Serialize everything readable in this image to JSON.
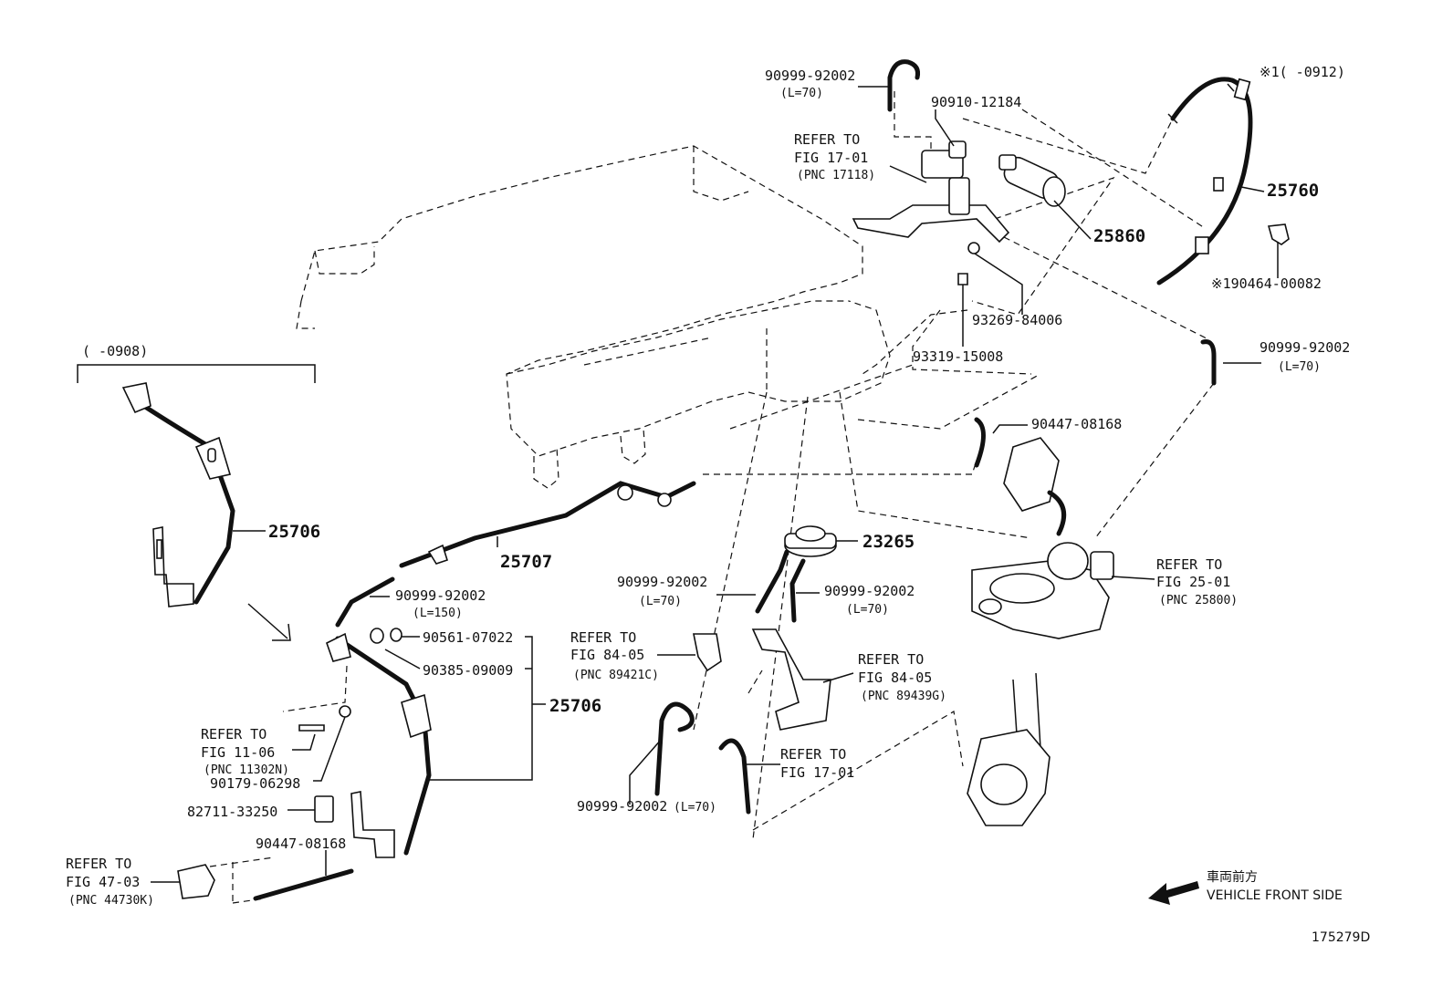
{
  "diagram_id": "175279D",
  "orientation": {
    "jp": "車両前方",
    "en": "VEHICLE FRONT SIDE"
  },
  "scope_notes": {
    "left_range": "(    -0908)",
    "top_right_range": "※1(    -0912)"
  },
  "labels": {
    "p90999_top": "90999-92002",
    "p90999_top_len": "(L=70)",
    "p90910": "90910-12184",
    "refer_17_01_a": [
      "REFER TO",
      "FIG 17-01",
      "(PNC 17118)"
    ],
    "p25760": "25760",
    "p25860": "25860",
    "p90464": "※190464-00082",
    "p93269": "93269-84006",
    "p93319": "93319-15008",
    "p90999_right": "90999-92002",
    "p90999_right_len": "(L=70)",
    "p90447_top": "90447-08168",
    "refer_25_01": [
      "REFER TO",
      "FIG 25-01",
      "(PNC 25800)"
    ],
    "p25706_left": "25706",
    "p25707": "25707",
    "p23265": "23265",
    "p90999_midl": "90999-92002",
    "p90999_midl_len": "(L=70)",
    "p90999_midr": "90999-92002",
    "p90999_midr_len": "(L=70)",
    "refer_84_05_a": [
      "REFER TO",
      "FIG 84-05",
      "(PNC 89421C)"
    ],
    "refer_84_05_b": [
      "REFER TO",
      "FIG 84-05",
      "(PNC 89439G)"
    ],
    "p90999_150": "90999-92002",
    "p90999_150_len": "(L=150)",
    "p90561": "90561-07022",
    "p90385": "90385-09009",
    "p25706_right": "25706",
    "refer_11_06": [
      "REFER TO",
      "FIG 11-06",
      "(PNC 11302N)"
    ],
    "p90179": "90179-06298",
    "p82711": "82711-33250",
    "p90447_bottom": "90447-08168",
    "refer_47_03": [
      "REFER TO",
      "FIG 47-03",
      "(PNC 44730K)"
    ],
    "refer_17_01_b": [
      "REFER TO",
      "FIG 17-01"
    ],
    "p90999_bottom": "90999-92002",
    "p90999_bottom_len": "(L=70)"
  }
}
